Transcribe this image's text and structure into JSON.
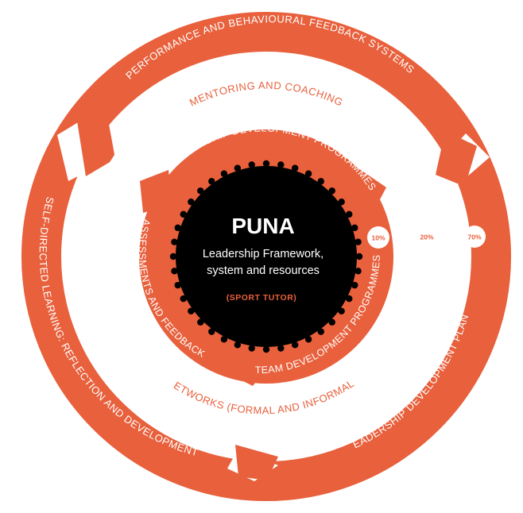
{
  "colors": {
    "accent": "#e8603c",
    "center": "#000000",
    "background": "#ffffff",
    "text_on_accent": "#ffffff"
  },
  "center": {
    "title": "PUNA",
    "line1": "Leadership Framework,",
    "line2": "system and resources",
    "tag": "(SPORT TUTOR)"
  },
  "outer_ring": {
    "top": "PERFORMANCE AND BEHAVIOURAL FEEDBACK SYSTEMS",
    "left": "SELF-DIRECTED LEARNING: REFLECTION AND DEVELOPMENT",
    "right": "LEADERSHIP DEVELOPMENT PLANS"
  },
  "middle_ring": {
    "top": "MENTORING AND COACHING",
    "bottom": "NETWORKS (FORMAL AND INFORMAL)"
  },
  "inner_ring": {
    "top": "LEADERSHIP DEVELOPMENT PROGRAMMES",
    "left": "ASSESSMENTS AND FEEDBACK",
    "right": "TEAM DEVELOPMENT PROGRAMMES"
  },
  "badges": {
    "inner": "10%",
    "middle": "20%",
    "outer": "70%"
  }
}
